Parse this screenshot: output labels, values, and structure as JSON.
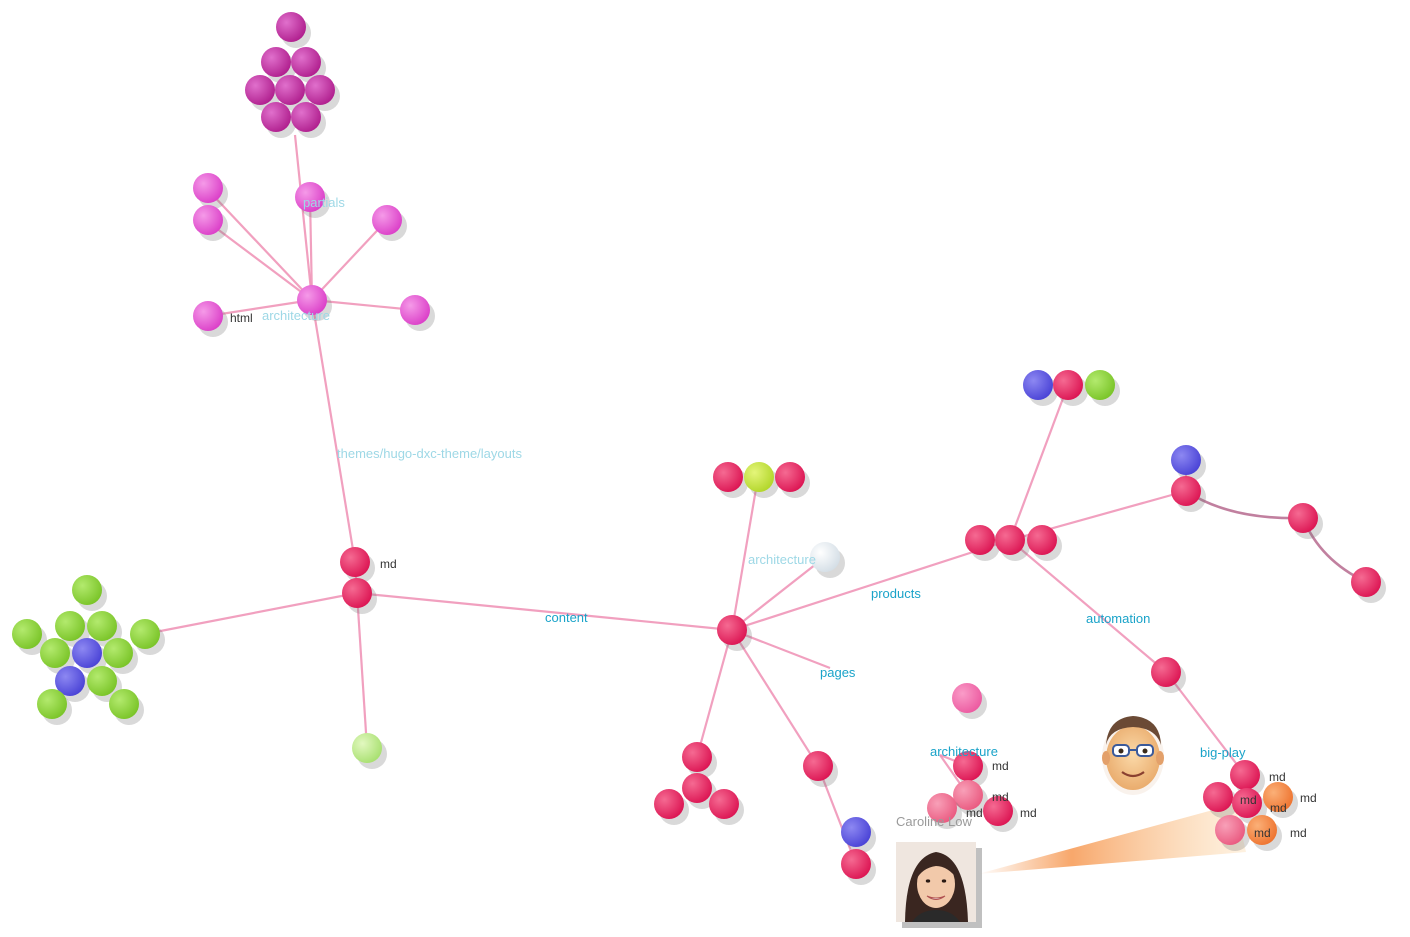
{
  "graph": {
    "directory_labels": {
      "themes_layouts": "themes/hugo-dxc-theme/layouts",
      "content": "content",
      "products": "products",
      "pages": "pages",
      "automation": "automation",
      "architecture_center": "architecture",
      "architecture_bottom": "architecture",
      "architecture_top": "architecture",
      "partials": "partials",
      "big_play": "big-play"
    },
    "file_labels": {
      "md": "md",
      "html": "html"
    },
    "users": {
      "caroline": {
        "name": "Caroline Low",
        "avatar_icon": "user-photo-icon"
      },
      "second_user": {
        "avatar_icon": "cartoon-avatar-icon"
      }
    },
    "colors": {
      "magenta": "#c2309f",
      "pink": "#e24fd0",
      "red": "#e8235e",
      "green": "#8ed43a",
      "blue": "#5b55e0",
      "lime": "#c5e63a",
      "orange": "#f07a3a",
      "edge": "#ef8fb4",
      "label": "#1aa3c9"
    }
  }
}
